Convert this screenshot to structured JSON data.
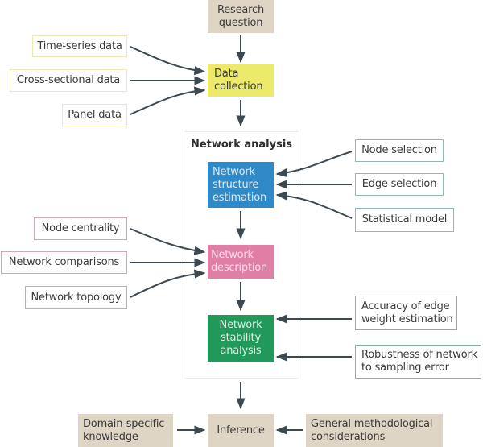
{
  "diagram": {
    "research_question": "Research\nquestion",
    "data_collection": "Data\ncollection",
    "data_inputs": [
      "Time-series data",
      "Cross-sectional data",
      "Panel data"
    ],
    "network_analysis": {
      "title": "Network analysis",
      "structure_estimation": "Network\nstructure\nestimation",
      "description": "Network\ndescription",
      "stability_analysis": "Network\nstability\nanalysis"
    },
    "structure_inputs": [
      "Node selection",
      "Edge selection",
      "Statistical model"
    ],
    "description_inputs": [
      "Node centrality",
      "Network comparisons",
      "Network topology"
    ],
    "stability_inputs": [
      "Accuracy of edge\nweight estimation",
      "Robustness of network\nto sampling error"
    ],
    "inference": "Inference",
    "domain_knowledge": "Domain-specific\nknowledge",
    "methodological": "General methodological\nconsiderations"
  },
  "colors": {
    "tan": "#ded5c4",
    "yellow": "#ede969",
    "blue": "#2f8ac7",
    "pink": "#e07ea6",
    "green": "#21995a",
    "arrow": "#3d4a52"
  }
}
